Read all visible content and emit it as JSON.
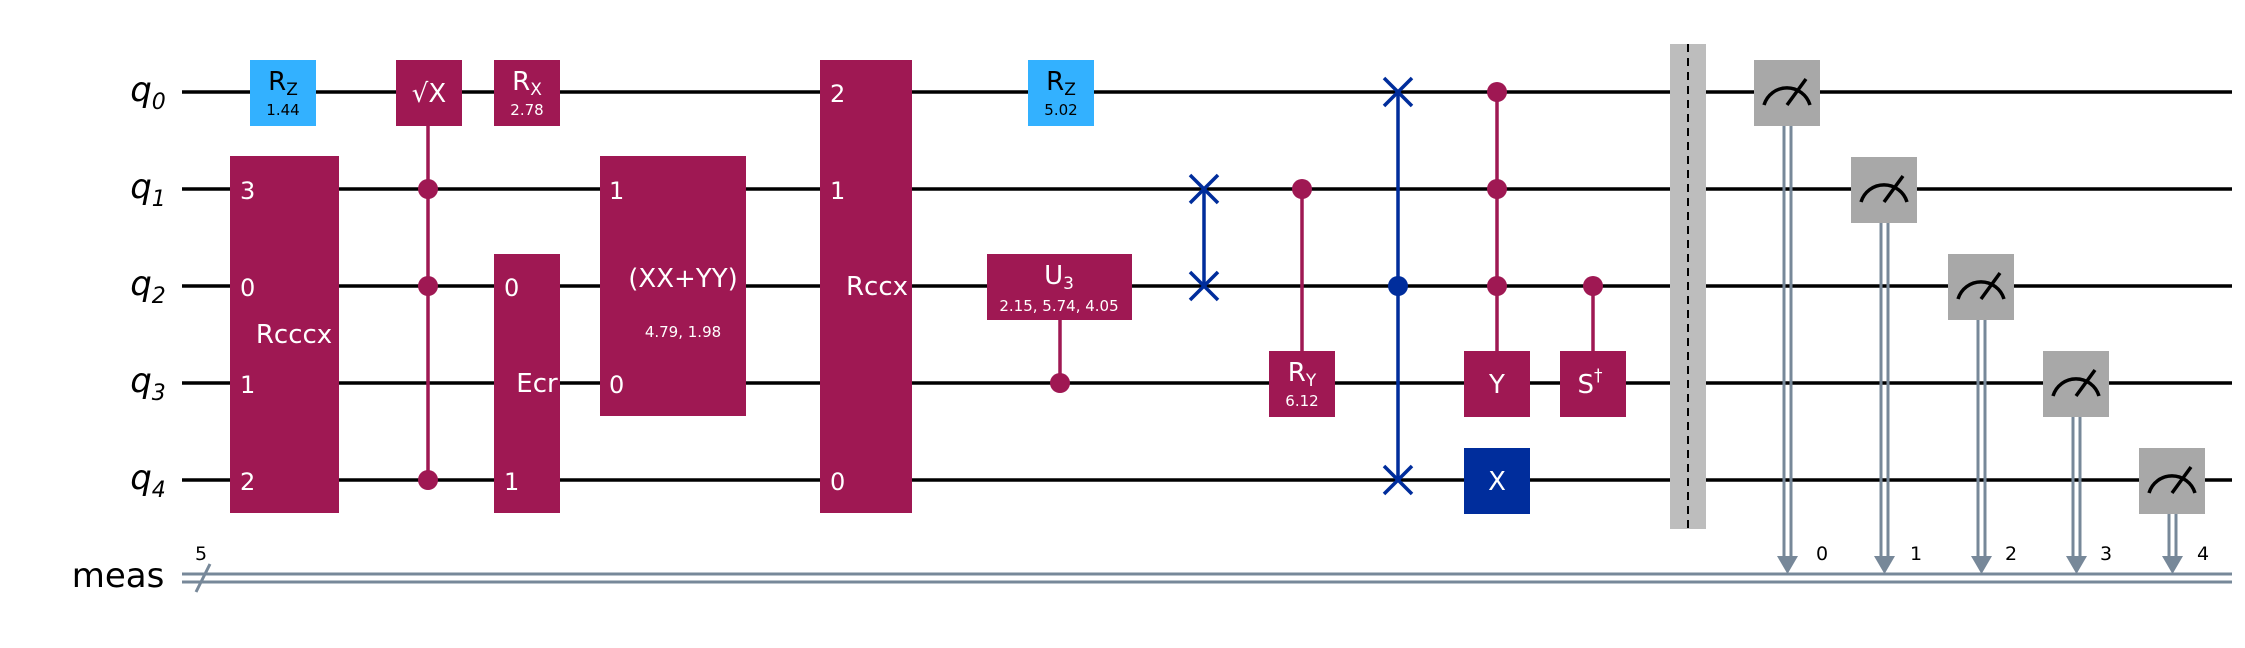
{
  "colors": {
    "wire": "#000000",
    "classical": "#778899",
    "gate_magenta": "#9f1853",
    "gate_cyan": "#33b1ff",
    "gate_blue": "#002d9c",
    "swap_blue": "#002d9c",
    "measure_gray": "#a8a8a8",
    "barrier_gray": "#bdbdbd"
  },
  "wires": {
    "qubits": [
      {
        "base": "q",
        "sub": "0"
      },
      {
        "base": "q",
        "sub": "1"
      },
      {
        "base": "q",
        "sub": "2"
      },
      {
        "base": "q",
        "sub": "3"
      },
      {
        "base": "q",
        "sub": "4"
      }
    ],
    "classical": {
      "label": "meas",
      "width": "5"
    }
  },
  "gates": {
    "rz1": {
      "base": "R",
      "sub": "Z",
      "param": "1.44"
    },
    "rcccx": {
      "label": "Rcccx",
      "ports": [
        "3",
        "0",
        "1",
        "2"
      ]
    },
    "sx": {
      "label": "√X"
    },
    "rx": {
      "base": "R",
      "sub": "X",
      "param": "2.78"
    },
    "ecr": {
      "label": "Ecr",
      "ports": [
        "0",
        "1"
      ]
    },
    "xxyy": {
      "label": "(XX+YY)",
      "param": "4.79, 1.98",
      "ports": [
        "1",
        "0"
      ]
    },
    "rccx": {
      "label": "Rccx",
      "ports": [
        "2",
        "1",
        "0"
      ]
    },
    "rz2": {
      "base": "R",
      "sub": "Z",
      "param": "5.02"
    },
    "u3": {
      "base": "U",
      "sub": "3",
      "param": "2.15, 5.74, 4.05"
    },
    "ry": {
      "base": "R",
      "sub": "Y",
      "param": "6.12"
    },
    "y": {
      "label": "Y"
    },
    "x": {
      "label": "X"
    },
    "sdg": {
      "base": "S",
      "sup": "†"
    }
  },
  "measure_bits": [
    "0",
    "1",
    "2",
    "3",
    "4"
  ]
}
